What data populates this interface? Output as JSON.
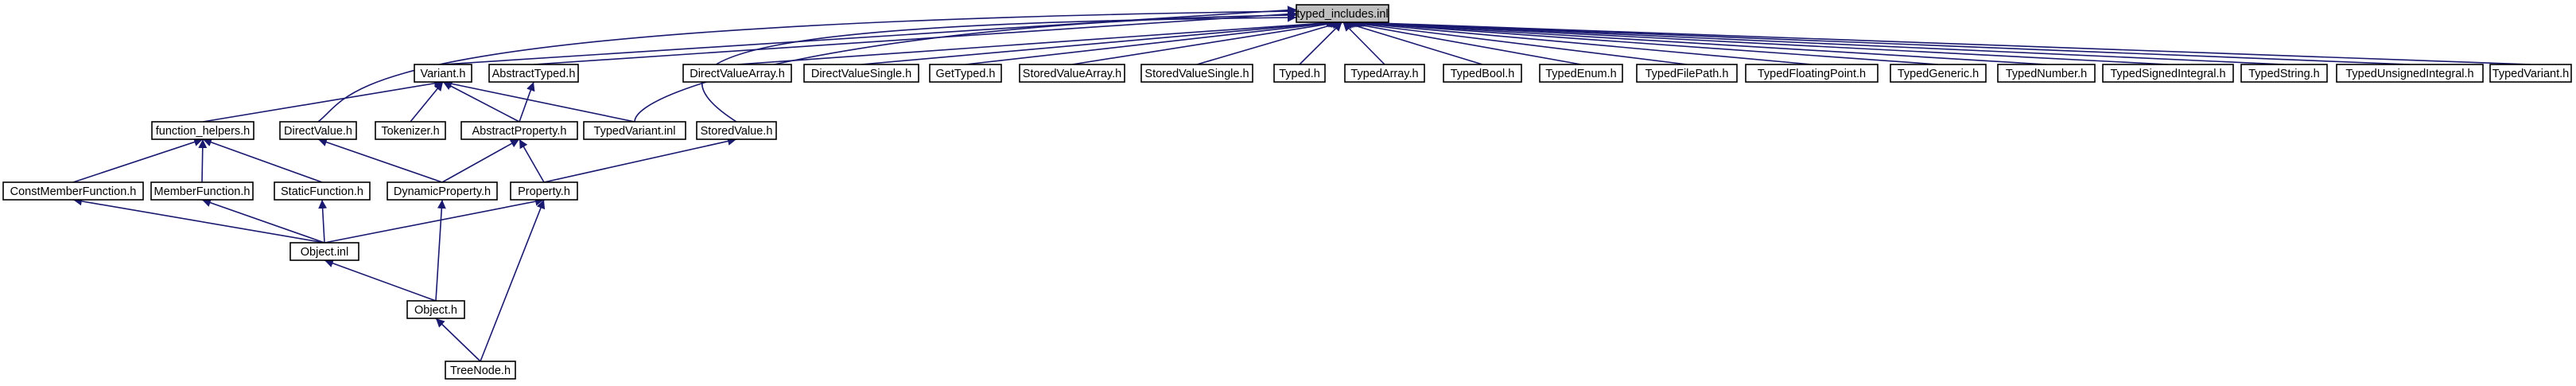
{
  "diagram": {
    "type": "include-dependency-graph",
    "edge_color": "#191970",
    "root_fill": "#bfbfbf",
    "nodes": [
      {
        "id": "root",
        "label": "typed_includes.inl",
        "root": true
      },
      {
        "id": "variant",
        "label": "Variant.h"
      },
      {
        "id": "abstracttyped",
        "label": "AbstractTyped.h"
      },
      {
        "id": "directvaluearray",
        "label": "DirectValueArray.h"
      },
      {
        "id": "directvaluesingle",
        "label": "DirectValueSingle.h"
      },
      {
        "id": "gettyped",
        "label": "GetTyped.h"
      },
      {
        "id": "storedvaluearray",
        "label": "StoredValueArray.h"
      },
      {
        "id": "storedvaluesingle",
        "label": "StoredValueSingle.h"
      },
      {
        "id": "typed",
        "label": "Typed.h"
      },
      {
        "id": "typedarray",
        "label": "TypedArray.h"
      },
      {
        "id": "typedbool",
        "label": "TypedBool.h"
      },
      {
        "id": "typedenum",
        "label": "TypedEnum.h"
      },
      {
        "id": "typedfilepath",
        "label": "TypedFilePath.h"
      },
      {
        "id": "typedfloatingpoint",
        "label": "TypedFloatingPoint.h"
      },
      {
        "id": "typedgeneric",
        "label": "TypedGeneric.h"
      },
      {
        "id": "typednumber",
        "label": "TypedNumber.h"
      },
      {
        "id": "typedsignedintegral",
        "label": "TypedSignedIntegral.h"
      },
      {
        "id": "typedstring",
        "label": "TypedString.h"
      },
      {
        "id": "typedunsignedintegral",
        "label": "TypedUnsignedIntegral.h"
      },
      {
        "id": "typedvariant_h",
        "label": "TypedVariant.h"
      },
      {
        "id": "function_helpers",
        "label": "function_helpers.h"
      },
      {
        "id": "directvalue",
        "label": "DirectValue.h"
      },
      {
        "id": "tokenizer",
        "label": "Tokenizer.h"
      },
      {
        "id": "abstractproperty",
        "label": "AbstractProperty.h"
      },
      {
        "id": "typedvariant_inl",
        "label": "TypedVariant.inl"
      },
      {
        "id": "storedvalue",
        "label": "StoredValue.h"
      },
      {
        "id": "constmemberfunction",
        "label": "ConstMemberFunction.h"
      },
      {
        "id": "memberfunction",
        "label": "MemberFunction.h"
      },
      {
        "id": "staticfunction",
        "label": "StaticFunction.h"
      },
      {
        "id": "dynamicproperty",
        "label": "DynamicProperty.h"
      },
      {
        "id": "property",
        "label": "Property.h"
      },
      {
        "id": "object_inl",
        "label": "Object.inl"
      },
      {
        "id": "object_h",
        "label": "Object.h"
      },
      {
        "id": "treenode",
        "label": "TreeNode.h"
      }
    ],
    "edges": [
      [
        "variant",
        "root"
      ],
      [
        "abstracttyped",
        "root"
      ],
      [
        "directvaluearray",
        "root"
      ],
      [
        "directvaluesingle",
        "root"
      ],
      [
        "gettyped",
        "root"
      ],
      [
        "storedvaluearray",
        "root"
      ],
      [
        "storedvaluesingle",
        "root"
      ],
      [
        "typed",
        "root"
      ],
      [
        "typedarray",
        "root"
      ],
      [
        "typedbool",
        "root"
      ],
      [
        "typedenum",
        "root"
      ],
      [
        "typedfilepath",
        "root"
      ],
      [
        "typedfloatingpoint",
        "root"
      ],
      [
        "typedgeneric",
        "root"
      ],
      [
        "typednumber",
        "root"
      ],
      [
        "typedsignedintegral",
        "root"
      ],
      [
        "typedstring",
        "root"
      ],
      [
        "typedunsignedintegral",
        "root"
      ],
      [
        "typedvariant_h",
        "root"
      ],
      [
        "directvalue",
        "root"
      ],
      [
        "typedvariant_inl",
        "root"
      ],
      [
        "storedvalue",
        "root"
      ],
      [
        "function_helpers",
        "variant"
      ],
      [
        "tokenizer",
        "variant"
      ],
      [
        "abstractproperty",
        "variant"
      ],
      [
        "typedvariant_inl",
        "variant"
      ],
      [
        "abstractproperty",
        "abstracttyped"
      ],
      [
        "constmemberfunction",
        "function_helpers"
      ],
      [
        "memberfunction",
        "function_helpers"
      ],
      [
        "staticfunction",
        "function_helpers"
      ],
      [
        "dynamicproperty",
        "directvalue"
      ],
      [
        "dynamicproperty",
        "abstractproperty"
      ],
      [
        "property",
        "abstractproperty"
      ],
      [
        "property",
        "storedvalue"
      ],
      [
        "object_inl",
        "constmemberfunction"
      ],
      [
        "object_inl",
        "memberfunction"
      ],
      [
        "object_inl",
        "staticfunction"
      ],
      [
        "object_inl",
        "property"
      ],
      [
        "object_h",
        "object_inl"
      ],
      [
        "object_h",
        "dynamicproperty"
      ],
      [
        "treenode",
        "object_h"
      ],
      [
        "treenode",
        "property"
      ]
    ]
  }
}
